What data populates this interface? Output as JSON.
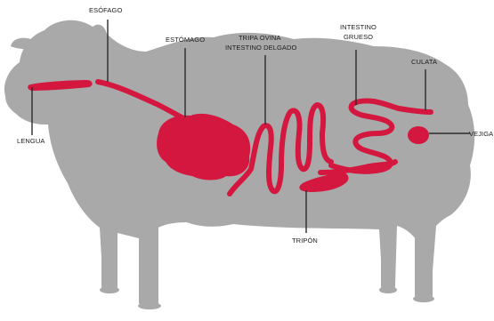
{
  "colors": {
    "body": "#a9a9a9",
    "organ": "#d4173f",
    "leader": "#2a2a2a",
    "label": "#1c1c1c",
    "background": "#ffffff"
  },
  "labels": {
    "esofago": "ESÓFAGO",
    "estomago": "ESTÓMAGO",
    "tripa_ovina": "TRIPA OVINA",
    "intestino_delgado": "INTESTINO DELGADO",
    "intestino_grueso_1": "INTESTINO",
    "intestino_grueso_2": "GRUESO",
    "culata": "CULATA",
    "lengua": "LENGUA",
    "vejiga": "VEJIGA",
    "tripon": "TRIPÓN"
  }
}
